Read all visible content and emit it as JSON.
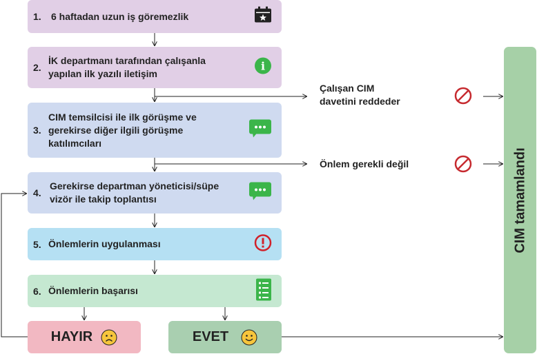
{
  "steps": [
    {
      "number": "1.",
      "text": "6 haftadan uzun iş göremezlik",
      "icon": "calendar-star-icon"
    },
    {
      "number": "2.",
      "text": "İK departmanı tarafından çalışanla\nyapılan ilk yazılı iletişim",
      "icon": "info-icon"
    },
    {
      "number": "3.",
      "text": "CIM temsilcisi ile ilk görüşme ve\ngerekirse diğer ilgili görüşme\nkatılımcıları",
      "icon": "chat-bubble-icon"
    },
    {
      "number": "4.",
      "text": "Gerekirse departman yöneticisi/süpe\nvizör ile takip toplantısı",
      "icon": "chat-bubble-icon"
    },
    {
      "number": "5.",
      "text": "Önlemlerin uygulanması",
      "icon": "exclamation-icon"
    },
    {
      "number": "6.",
      "text": "Önlemlerin başarısı",
      "icon": "checklist-icon"
    }
  ],
  "side_outcomes": [
    {
      "text": "Çalışan CIM\ndavetini reddeder",
      "icon": "prohibited-icon"
    },
    {
      "text": "Önlem gerekli değil",
      "icon": "prohibited-icon"
    }
  ],
  "no_box": {
    "label": "HAYIR",
    "icon": "sad-face-icon"
  },
  "yes_box": {
    "label": "EVET",
    "icon": "smiley-face-icon"
  },
  "final_box": {
    "label": "CIM tamamlandı"
  },
  "colors": {
    "purple": "#e1cfe6",
    "blue": "#cfdaf0",
    "cyan": "#b5e0f3",
    "green": "#c5e8d1",
    "no": "#f2b8c2",
    "yes": "#a9cfb0",
    "final": "#a6d0a7",
    "icon_green": "#3bb54a",
    "icon_red": "#d1212a",
    "face_yellow": "#f6c53c"
  }
}
